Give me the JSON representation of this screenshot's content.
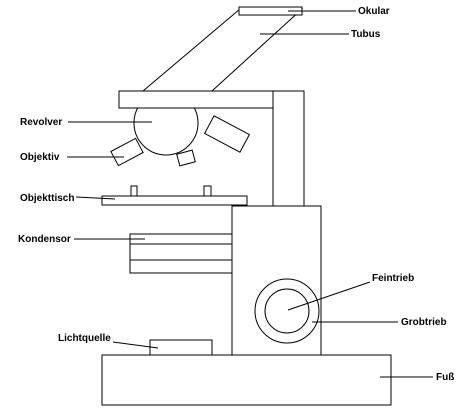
{
  "labels": {
    "okular": "Okular",
    "tubus": "Tubus",
    "revolver": "Revolver",
    "objektiv": "Objektiv",
    "objekttisch": "Objekttisch",
    "kondensor": "Kondensor",
    "feintrieb": "Feintrieb",
    "grobtrieb": "Grobtrieb",
    "lichtquelle": "Lichtquelle",
    "fuss": "Fuß"
  }
}
